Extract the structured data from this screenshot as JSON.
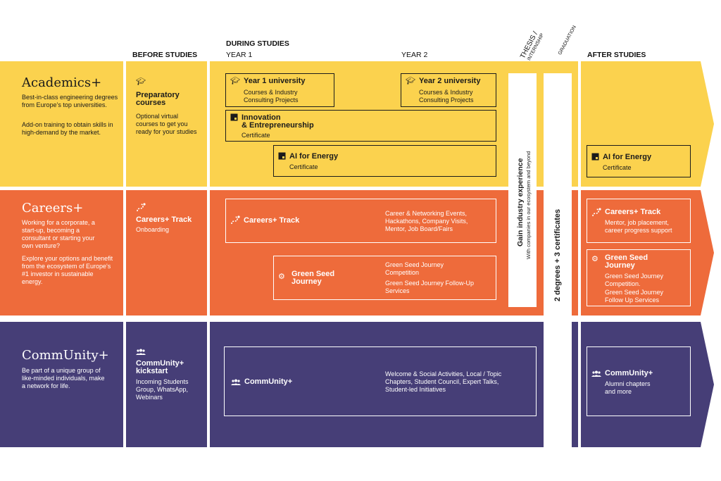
{
  "headers": {
    "before": "BEFORE STUDIES",
    "during": "DURING STUDIES",
    "year1": "YEAR 1",
    "year2": "YEAR 2",
    "thesis": "THESIS /",
    "internship": "INTERNSHIP",
    "graduation": "GRADUATION",
    "after": "AFTER STUDIES"
  },
  "colors": {
    "academics": "#FBD24E",
    "careers": "#EE6B3B",
    "community": "#463E77"
  },
  "academics": {
    "title": "Academics+",
    "text1": "Best-in-class engineering degrees from Europe’s top universities.",
    "text2": "Add-on training to obtain skills in high-demand by the market.",
    "before_title": "Preparatory courses",
    "before_text": "Optional virtual courses to get you ready for your studies",
    "year1_title": "Year 1 university",
    "year1_sub1": "Courses & Industry",
    "year1_sub2": "Consulting Projects",
    "year2_title": "Year 2 university",
    "year2_sub1": "Courses & Industry",
    "year2_sub2": "Consulting Projects",
    "innov_title1": "Innovation",
    "innov_title2": "& Entrepreneurship",
    "innov_sub": "Certificate",
    "ai_title": "AI for Energy",
    "ai_sub": "Certificate",
    "after_title": "AI for Energy",
    "after_sub": "Certificate"
  },
  "careers": {
    "title": "Careers+",
    "text1": "Working for a corporate, a start-up, becoming a consultant or starting your own venture?",
    "text2": "Explore your options and benefit from the ecosystem of Europe's #1 investor in sustainable energy.",
    "before_title": "Careers+ Track",
    "before_sub": "Onboarding",
    "track_title": "Careers+ Track",
    "track_desc1": "Career & Networking Events,",
    "track_desc2": "Hackathons, Company Visits,",
    "track_desc3": "Mentor, Job Board/Fairs",
    "gs_title1": "Green Seed",
    "gs_title2": "Journey",
    "gs_desc1": "Green Seed Journey",
    "gs_desc2": "Competition",
    "gs_desc3": "Green Seed Journey Follow-Up",
    "gs_desc4": "Services",
    "after_track_title": "Careers+ Track",
    "after_track_sub1": "Mentor, job placement,",
    "after_track_sub2": "career progress support",
    "after_gs_title1": "Green Seed",
    "after_gs_title2": "Journey",
    "after_gs_sub1": "Green Seed Journey",
    "after_gs_sub2": "Competition.",
    "after_gs_sub3": "Green Seed Journey",
    "after_gs_sub4": "Follow Up Services"
  },
  "community": {
    "title": "CommUnity+",
    "text": "Be part of a unique group of like-minded individuals, make a network for life.",
    "before_title1": "CommUnity+",
    "before_title2": "kickstart",
    "before_sub1": "Incoming Students",
    "before_sub2": "Group, WhatsApp,",
    "before_sub3": "Webinars",
    "during_title": "CommUnity+",
    "during_desc1": "Welcome & Social Activities, Local / Topic",
    "during_desc2": "Chapters, Student Council, Expert Talks,",
    "during_desc3": "Student-led Initiatives",
    "after_title": "CommUnity+",
    "after_sub1": "Alumni chapters",
    "after_sub2": "and more"
  },
  "vertical": {
    "industry_title": "Gain industry experience",
    "industry_sub": "With companies in our ecosystem and beyond",
    "degrees": "2 degrees + 3 certificates"
  },
  "icons": {
    "grad": "graduation-cap-icon",
    "cert": "certificate-icon",
    "track": "path-icon",
    "seed": "gear-icon",
    "people": "people-icon"
  }
}
